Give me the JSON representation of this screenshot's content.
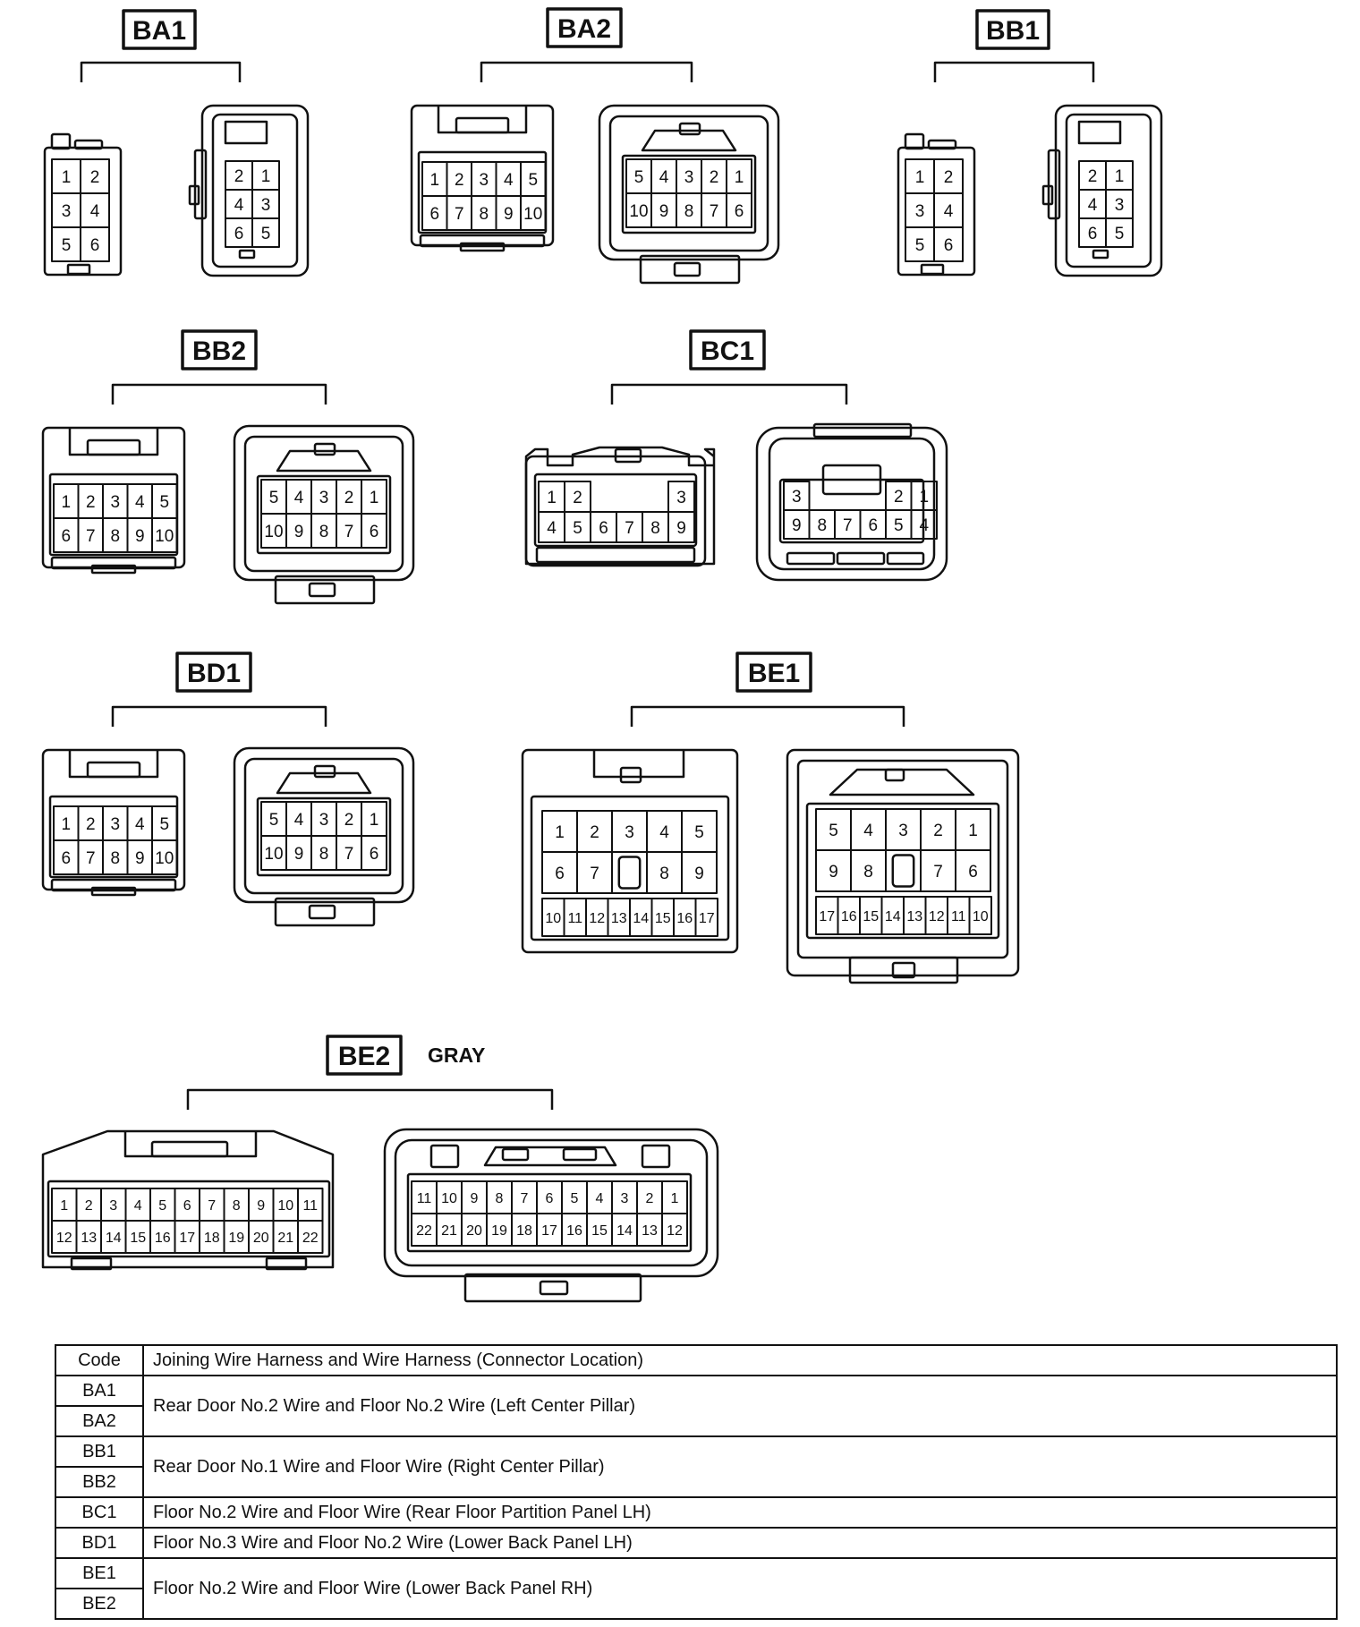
{
  "connectors": [
    {
      "code": "BA1",
      "pins": [
        "1",
        "2",
        "3",
        "4",
        "5",
        "6"
      ]
    },
    {
      "code": "BA2",
      "pins": [
        "1",
        "2",
        "3",
        "4",
        "5",
        "6",
        "7",
        "8",
        "9",
        "10"
      ]
    },
    {
      "code": "BB1",
      "pins": [
        "1",
        "2",
        "3",
        "4",
        "5",
        "6"
      ]
    },
    {
      "code": "BB2",
      "pins": [
        "1",
        "2",
        "3",
        "4",
        "5",
        "6",
        "7",
        "8",
        "9",
        "10"
      ]
    },
    {
      "code": "BC1",
      "pins": [
        "1",
        "2",
        "3",
        "4",
        "5",
        "6",
        "7",
        "8",
        "9"
      ]
    },
    {
      "code": "BD1",
      "pins": [
        "1",
        "2",
        "3",
        "4",
        "5",
        "6",
        "7",
        "8",
        "9",
        "10"
      ]
    },
    {
      "code": "BE1",
      "pins": [
        "1",
        "2",
        "3",
        "4",
        "5",
        "6",
        "7",
        "8",
        "9",
        "10",
        "11",
        "12",
        "13",
        "14",
        "15",
        "16",
        "17"
      ]
    },
    {
      "code": "BE2",
      "pins": [
        "1",
        "2",
        "3",
        "4",
        "5",
        "6",
        "7",
        "8",
        "9",
        "10",
        "11",
        "12",
        "13",
        "14",
        "15",
        "16",
        "17",
        "18",
        "19",
        "20",
        "21",
        "22"
      ],
      "color_note": "GRAY"
    }
  ],
  "table": {
    "header": {
      "code": "Code",
      "description": "Joining Wire Harness and Wire Harness (Connector Location)"
    },
    "rows": [
      {
        "codes": [
          "BA1",
          "BA2"
        ],
        "description": "Rear Door No.2 Wire and Floor No.2 Wire (Left Center Pillar)"
      },
      {
        "codes": [
          "BB1",
          "BB2"
        ],
        "description": "Rear Door No.1 Wire and Floor Wire (Right Center Pillar)"
      },
      {
        "codes": [
          "BC1"
        ],
        "description": "Floor No.2 Wire and Floor Wire (Rear Floor Partition Panel LH)"
      },
      {
        "codes": [
          "BD1"
        ],
        "description": "Floor No.3 Wire and Floor No.2 Wire (Lower Back Panel LH)"
      },
      {
        "codes": [
          "BE1",
          "BE2"
        ],
        "description": "Floor No.2 Wire and Floor Wire (Lower Back Panel RH)"
      }
    ]
  }
}
